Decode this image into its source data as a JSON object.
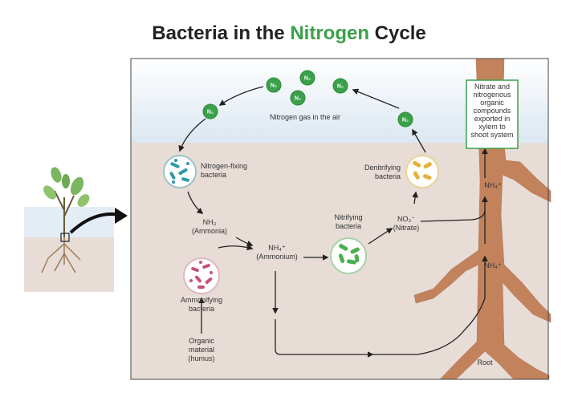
{
  "title": {
    "prefix": "Bacteria in the ",
    "highlight": "Nitrogen",
    "suffix": " Cycle"
  },
  "molecules": {
    "n2": "N₂"
  },
  "labels": {
    "n2_air": "Nitrogen gas in the air",
    "fixing": [
      "Nitrogen-fixing",
      "bacteria"
    ],
    "ammonia": [
      "NH₃",
      "(Ammonia)"
    ],
    "ammonium": [
      "NH₄⁺",
      "(Ammonium)"
    ],
    "nitrifying": [
      "Nitrifying",
      "bacteria"
    ],
    "nitrate": [
      "NO₃⁻",
      "(Nitrate)"
    ],
    "denitrifying": [
      "Denitrifying",
      "bacteria"
    ],
    "ammonifying": [
      "Ammonifying",
      "bacteria"
    ],
    "organic": [
      "Organic",
      "material",
      "(humus)"
    ],
    "xylem_box": [
      "Nitrate and",
      "nitrogenous",
      "organic",
      "compounds",
      "exported in",
      "xylem to",
      "shoot system"
    ],
    "nh4_upper": "NH₄⁺",
    "nh4_lower": "NH₄⁺",
    "root": "Root"
  },
  "colors": {
    "sky": "#e9eff5",
    "soil": "#e7dcd6",
    "root": "#c2825c",
    "n2_circle": "#3aa14a",
    "accent_green": "#3aa14a",
    "fixing_bacteria": "#2a9aa8",
    "nitrifying_bacteria": "#4caf50",
    "denitrifying_bacteria": "#e3b23c",
    "ammonifying_bacteria": "#c7507a"
  }
}
